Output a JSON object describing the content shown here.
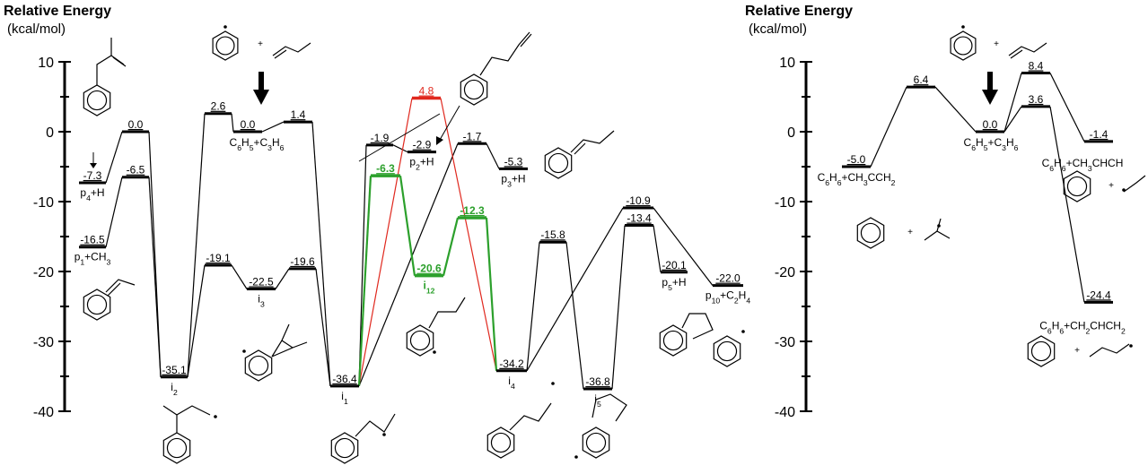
{
  "left_panel": {
    "title": "Relative Energy",
    "unit": "(kcal/mol)",
    "axis_ticks": [
      "10",
      "0",
      "-10",
      "-20",
      "-30",
      "-40"
    ]
  },
  "right_panel": {
    "title": "Relative Energy",
    "unit": "(kcal/mol)",
    "axis_ticks": [
      "10",
      "0",
      "-10",
      "-20",
      "-30",
      "-40"
    ]
  },
  "chart_data": [
    {
      "type": "energy_profile",
      "ylim": [
        -40,
        10
      ],
      "reactant_label": "C6H5+C3H6",
      "colors": {
        "main": "#000000",
        "green": "#2ca02c",
        "red": "#e0281e"
      },
      "levels": [
        {
          "id": "p4",
          "energy": -7.3,
          "value_label": "-7.3",
          "species_label": "p4+H",
          "color": "black"
        },
        {
          "id": "ts_p4",
          "energy": 0.0,
          "value_label": "0.0",
          "species_label": "",
          "color": "black"
        },
        {
          "id": "p1",
          "energy": -16.5,
          "value_label": "-16.5",
          "species_label": "p1+CH3",
          "color": "black"
        },
        {
          "id": "ts_p1",
          "energy": -6.5,
          "value_label": "-6.5",
          "species_label": "",
          "color": "black"
        },
        {
          "id": "i2",
          "energy": -35.1,
          "value_label": "-35.1",
          "species_label": "i2",
          "color": "black"
        },
        {
          "id": "ts_r_i2",
          "energy": 2.6,
          "value_label": "2.6",
          "species_label": "",
          "color": "black"
        },
        {
          "id": "r",
          "energy": 0.0,
          "value_label": "0.0",
          "species_label": "C6H5+C3H6",
          "color": "black"
        },
        {
          "id": "ts_r_i1",
          "energy": 1.4,
          "value_label": "1.4",
          "species_label": "",
          "color": "black"
        },
        {
          "id": "ts_i2_i3",
          "energy": -19.1,
          "value_label": "-19.1",
          "species_label": "",
          "color": "black"
        },
        {
          "id": "i3",
          "energy": -22.5,
          "value_label": "-22.5",
          "species_label": "i3",
          "color": "black"
        },
        {
          "id": "ts_i3_i1",
          "energy": -19.6,
          "value_label": "-19.6",
          "species_label": "",
          "color": "black"
        },
        {
          "id": "i1",
          "energy": -36.4,
          "value_label": "-36.4",
          "species_label": "i1",
          "color": "black"
        },
        {
          "id": "ts_p2",
          "energy": -1.9,
          "value_label": "-1.9",
          "species_label": "",
          "color": "black"
        },
        {
          "id": "p2",
          "energy": -2.9,
          "value_label": "-2.9",
          "species_label": "p2+H",
          "color": "black"
        },
        {
          "id": "ts_red",
          "energy": 4.8,
          "value_label": "4.8",
          "species_label": "",
          "color": "red"
        },
        {
          "id": "ts_p3",
          "energy": -1.7,
          "value_label": "-1.7",
          "species_label": "",
          "color": "black"
        },
        {
          "id": "p3",
          "energy": -5.3,
          "value_label": "-5.3",
          "species_label": "p3+H",
          "color": "black"
        },
        {
          "id": "ts_i1_i12",
          "energy": -6.3,
          "value_label": "-6.3",
          "species_label": "",
          "color": "green"
        },
        {
          "id": "i12",
          "energy": -20.6,
          "value_label": "-20.6",
          "species_label": "i12",
          "color": "green"
        },
        {
          "id": "ts_i12_i4",
          "energy": -12.3,
          "value_label": "-12.3",
          "species_label": "",
          "color": "green"
        },
        {
          "id": "i4",
          "energy": -34.2,
          "value_label": "-34.2",
          "species_label": "i4",
          "color": "black"
        },
        {
          "id": "ts_i4_i5",
          "energy": -15.8,
          "value_label": "-15.8",
          "species_label": "",
          "color": "black"
        },
        {
          "id": "i5",
          "energy": -36.8,
          "value_label": "-36.8",
          "species_label": "i5",
          "color": "black"
        },
        {
          "id": "ts_p10",
          "energy": -10.9,
          "value_label": "-10.9",
          "species_label": "",
          "color": "black"
        },
        {
          "id": "ts_p5",
          "energy": -13.4,
          "value_label": "-13.4",
          "species_label": "",
          "color": "black"
        },
        {
          "id": "p5",
          "energy": -20.1,
          "value_label": "-20.1",
          "species_label": "p5+H",
          "color": "black"
        },
        {
          "id": "p10",
          "energy": -22.0,
          "value_label": "-22.0",
          "species_label": "p10+C2H4",
          "color": "black"
        }
      ]
    },
    {
      "type": "energy_profile",
      "ylim": [
        -40,
        10
      ],
      "reactant_label": "C6H5+C3H6",
      "levels": [
        {
          "id": "pa",
          "energy": -5.0,
          "value_label": "-5.0",
          "species_label": "C6H6+CH3CCH2"
        },
        {
          "id": "ts_a",
          "energy": 6.4,
          "value_label": "6.4",
          "species_label": ""
        },
        {
          "id": "r",
          "energy": 0.0,
          "value_label": "0.0",
          "species_label": "C6H5+C3H6"
        },
        {
          "id": "ts_b",
          "energy": 8.4,
          "value_label": "8.4",
          "species_label": ""
        },
        {
          "id": "ts_c",
          "energy": 3.6,
          "value_label": "3.6",
          "species_label": ""
        },
        {
          "id": "pb",
          "energy": -1.4,
          "value_label": "-1.4",
          "species_label": "C6H6+CH3CHCH"
        },
        {
          "id": "pc",
          "energy": -24.4,
          "value_label": "-24.4",
          "species_label": "C6H6+CH2CHCH2"
        }
      ]
    }
  ]
}
